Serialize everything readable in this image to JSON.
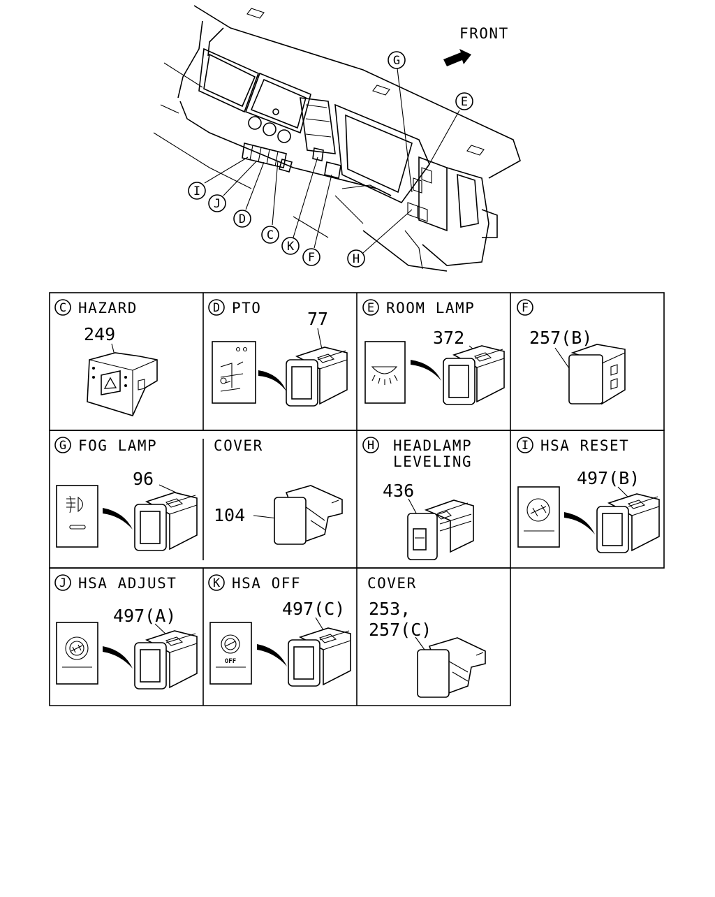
{
  "overview": {
    "front_label": "FRONT",
    "callouts": [
      "G",
      "E",
      "I",
      "J",
      "D",
      "C",
      "K",
      "F",
      "H"
    ]
  },
  "cells": [
    {
      "letter": "C",
      "title": "HAZARD",
      "part": "249"
    },
    {
      "letter": "D",
      "title": "PTO",
      "part": "77"
    },
    {
      "letter": "E",
      "title": "ROOM LAMP",
      "part": "372"
    },
    {
      "letter": "F",
      "title": "",
      "part": "257(B)"
    },
    {
      "letter": "G",
      "title": "FOG LAMP",
      "part": "96"
    },
    {
      "letter": "",
      "title": "COVER",
      "part": "104"
    },
    {
      "letter": "H",
      "title": "HEADLAMP",
      "title2": "LEVELING",
      "part": "436"
    },
    {
      "letter": "I",
      "title": "HSA RESET",
      "part": "497(B)"
    },
    {
      "letter": "J",
      "title": "HSA ADJUST",
      "part": "497(A)"
    },
    {
      "letter": "K",
      "title": "HSA OFF",
      "part": "497(C)",
      "badge": "OFF"
    },
    {
      "letter": "",
      "title": "COVER",
      "part": "253,",
      "part2": "257(C)"
    }
  ]
}
